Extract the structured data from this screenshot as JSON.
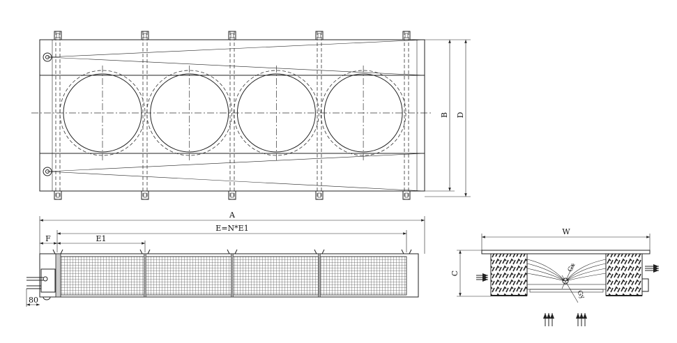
{
  "drawing": {
    "top_view": {
      "dim_b": "B",
      "dim_d": "D",
      "fan_count": 4
    },
    "front_view": {
      "dim_a": "A",
      "dim_e": "E=N*E1",
      "dim_e1": "E1",
      "dim_f": "F",
      "dim_80": "80"
    },
    "side_view": {
      "dim_w": "W",
      "dim_c": "C",
      "gx": "Gx",
      "gy": "Gy"
    }
  }
}
